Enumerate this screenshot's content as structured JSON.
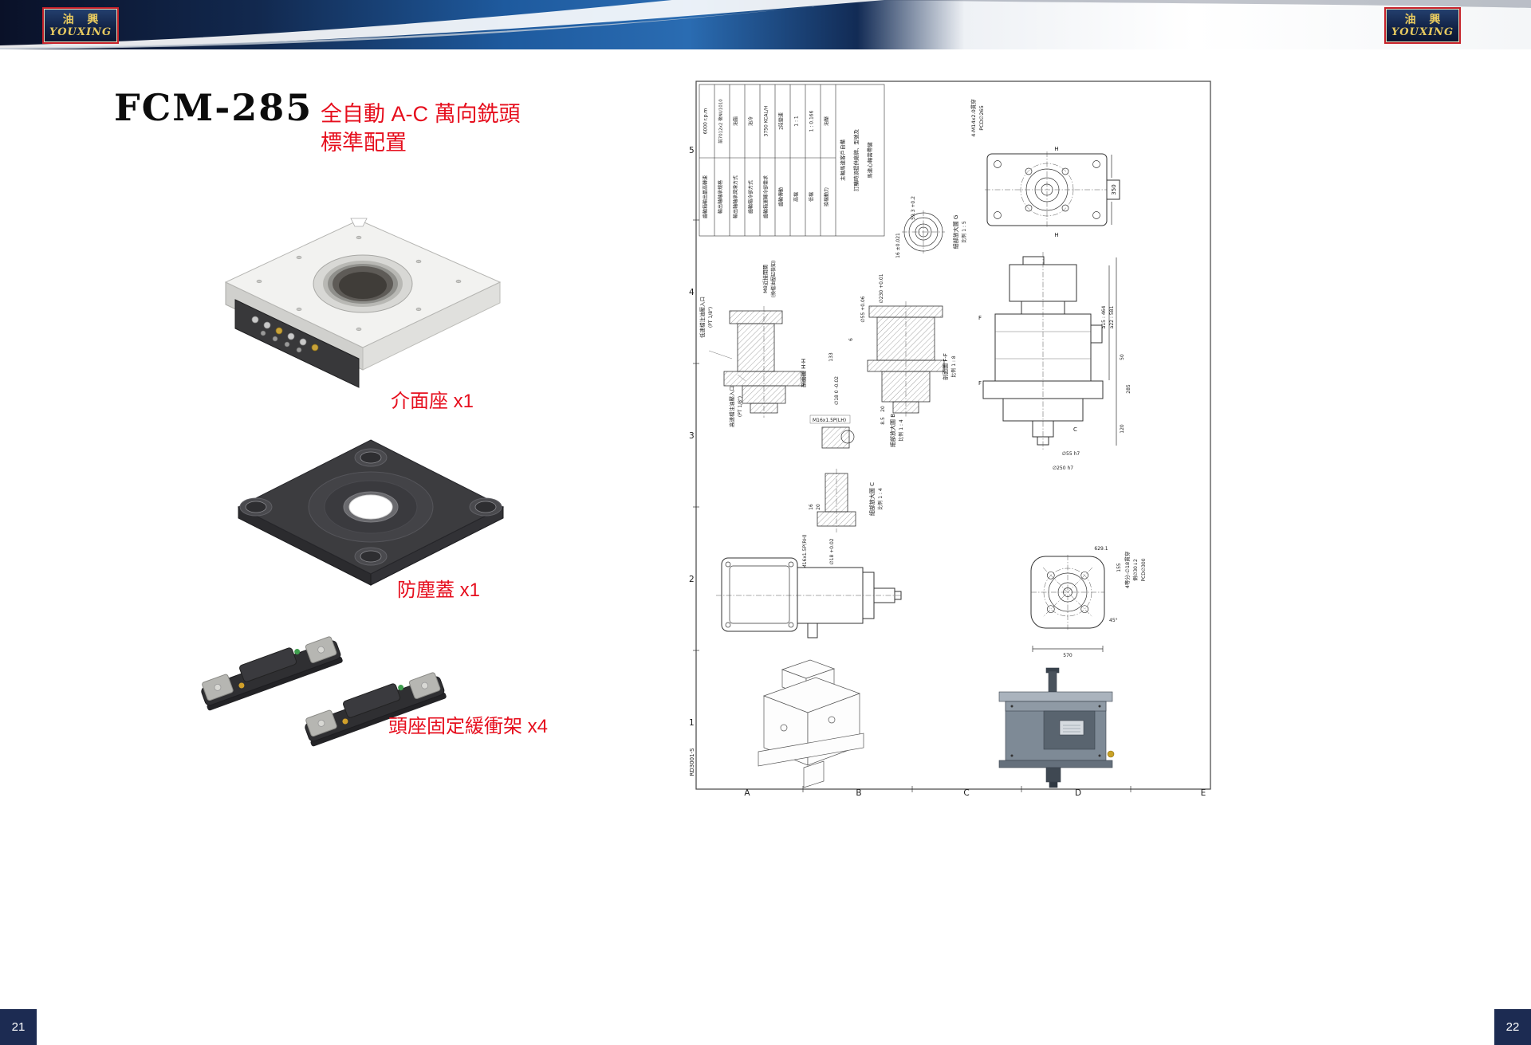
{
  "brand": {
    "cn": "油 興",
    "en": "YOUXING"
  },
  "colors": {
    "accent_red": "#e60f1e",
    "banner_navy": "#0d1734",
    "banner_blue": "#1e5a9e",
    "badge_gold": "#e7c95f"
  },
  "footer": {
    "left_page_no": "21",
    "right_page_no": "22"
  },
  "left_page": {
    "model": "FCM-285",
    "subtitle": [
      "全自動 A-C 萬向銑頭",
      "標準配置"
    ],
    "products": [
      {
        "label": "介面座 x1"
      },
      {
        "label": "防塵蓋 x1"
      },
      {
        "label": "頭座固定緩衝架 x4"
      }
    ]
  },
  "drawing": {
    "doc_code": "RD3001-S",
    "grid_rows": [
      "5",
      "4",
      "3",
      "2",
      "1"
    ],
    "grid_cols": [
      "A",
      "B",
      "C",
      "D",
      "E"
    ],
    "specs": [
      {
        "name": "齒輪箱輸出最高轉速",
        "value": "6000 r.p.m"
      },
      {
        "name": "輸出軸軸承規格",
        "value": "前7012x2 後NU1010"
      },
      {
        "name": "輸出軸軸承潤滑方式",
        "value": "油脂"
      },
      {
        "name": "齒輪箱冷卻方式",
        "value": "油冷"
      },
      {
        "name": "齒輪箱運轉冷卻需求",
        "value": "3750 KCAL/H"
      },
      {
        "name": "齒輪傳動",
        "value": "2段變速"
      },
      {
        "name": "高檔",
        "value": "1 : 1"
      },
      {
        "name": "低檔",
        "value": "1 : 0.166"
      },
      {
        "name": "換檔動力",
        "value": "油壓"
      }
    ],
    "notes": [
      "主軸馬達客戶自備",
      "訂購時須提供廠牌、型號及",
      "馬達心軸需帶鍵"
    ],
    "views": {
      "detail_g": {
        "title": "細部放大圖 G",
        "scale": "比例 1 : 5"
      },
      "section_hh": {
        "title": "剖面圖 H-H"
      },
      "section_ff": {
        "title": "剖面圖 F-F",
        "scale": "比例 1 : 8"
      },
      "detail_b": {
        "title": "細部放大圖 B",
        "scale": "比例 1 : 4"
      },
      "detail_c": {
        "title": "細部放大圖 C",
        "scale": "比例 1 : 4"
      }
    },
    "callouts": {
      "bolt_pattern_top": "4-M14x2.0貫穿",
      "pcd_265": "PCD∅265",
      "dim_350": "350",
      "dim_59_3": "59.3 +0.2",
      "dim_16_tol": "16 ±0.021",
      "low_gear_oil_port": "低速檔注油壓入口",
      "pt_18_a": "(PT 1/8\")",
      "high_gear_oil_port": "高速檔注油壓入口",
      "pt_18_b": "(PT 1/8\")",
      "m8_sensor": "M8近接開關",
      "m8_sensor_note": "(換檔油壓缸檢知)",
      "dia_230": "∅230 +0.01",
      "dia_55_tol": "∅55 +0.06",
      "dim_133": "133",
      "dim_6": "6",
      "thread_lh": "M16x1.5P(LH)",
      "dia_18_lh": "∅18 0 -0.02",
      "dim_20_a": "20",
      "dim_8_5": "8.5",
      "thread_rh": "M16x1.5P(RH)",
      "dia_18_rh": "∅18 +0.02",
      "dim_16": "16",
      "dim_20_b": "20",
      "dim_a15": "a15 : 464",
      "dim_a22": "a22 : 581",
      "dim_50": "50",
      "dim_285": "285",
      "dim_120": "120",
      "dia_55_h7": "∅55 h7",
      "dia_250_h7": "∅250 h7",
      "dim_629_1": "629.1",
      "dim_155": "155",
      "bolt_pattern_bottom": "4等分-∅18貫穿",
      "side_bore": "側∅30↓2",
      "pcd_300": "PCD∅300",
      "angle_45": "45°",
      "dim_570": "570",
      "mark_h_top": "H",
      "mark_h_bottom": "H",
      "mark_c": "C",
      "mark_f_top": "F",
      "mark_f_bottom": "F"
    }
  }
}
